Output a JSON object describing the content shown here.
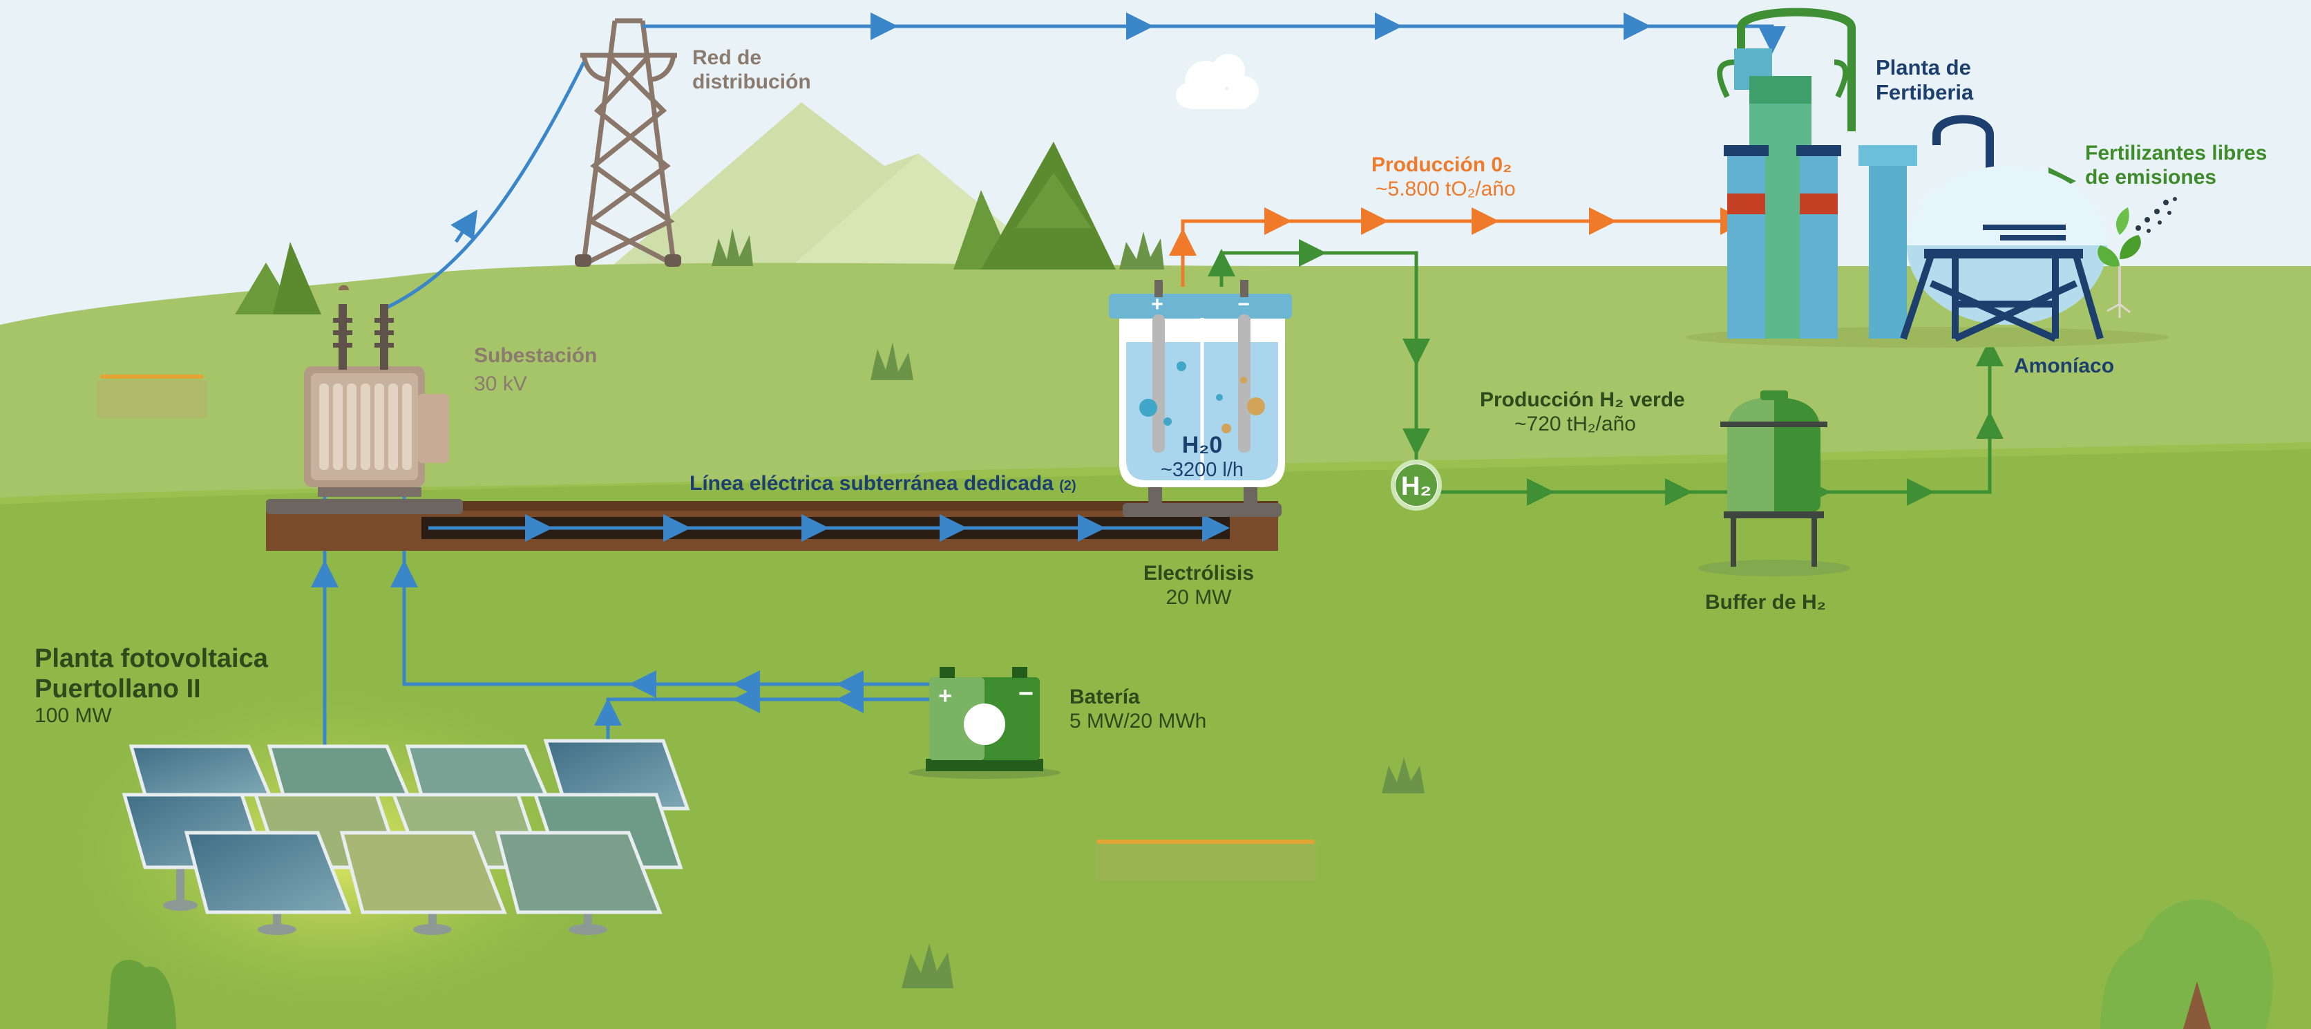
{
  "labels": {
    "grid": [
      "Red de",
      "distribución"
    ],
    "substation": {
      "title": "Subestación",
      "value": "30 kV"
    },
    "pv_plant": {
      "title": [
        "Planta fotovoltaica",
        "Puertollano II"
      ],
      "value": "100 MW"
    },
    "battery": {
      "title": "Batería",
      "value": "5 MW/20 MWh"
    },
    "underground_line": {
      "text": "Línea eléctrica subterránea dedicada",
      "note": "(2)"
    },
    "electrolyzer": {
      "water": "H₂0",
      "water_flow": "~3200 l/h",
      "title": "Electrólisis",
      "value": "20 MW",
      "plus": "+",
      "minus": "−"
    },
    "oxygen": {
      "title": "Producción 0₂",
      "value": "~5.800 tO₂/año"
    },
    "hydrogen": {
      "title": "Producción H₂ verde",
      "value": "~720 tH₂/año",
      "node": "H₂"
    },
    "buffer": {
      "title": "Buffer de H₂"
    },
    "fertiberia": {
      "title": [
        "Planta de",
        "Fertiberia"
      ]
    },
    "ammonia": {
      "title": "Amoníaco"
    },
    "fertilizers": {
      "title": [
        "Fertilizantes libres",
        "de emisiones"
      ]
    }
  },
  "colors": {
    "sky": "#e8f2f7",
    "power_line": "#3a86c8",
    "oxygen_line": "#ee7a2a",
    "hydrogen_line": "#3f8f34",
    "label_gray": "#8a7b6e",
    "label_green": "#2c4a1c",
    "label_navy": "#1d3f6e",
    "label_orange": "#ee7a2a",
    "label_fert_green": "#3d8c29"
  },
  "icons": [
    "tower-icon",
    "transformer-icon",
    "solar-panel-icon",
    "battery-icon",
    "electrolyzer-icon",
    "h2-node-icon",
    "buffer-tank-icon",
    "ammonia-plant-icon",
    "sprout-icon",
    "cloud-icon",
    "tree-icon",
    "grass-icon",
    "wheat-icon"
  ]
}
